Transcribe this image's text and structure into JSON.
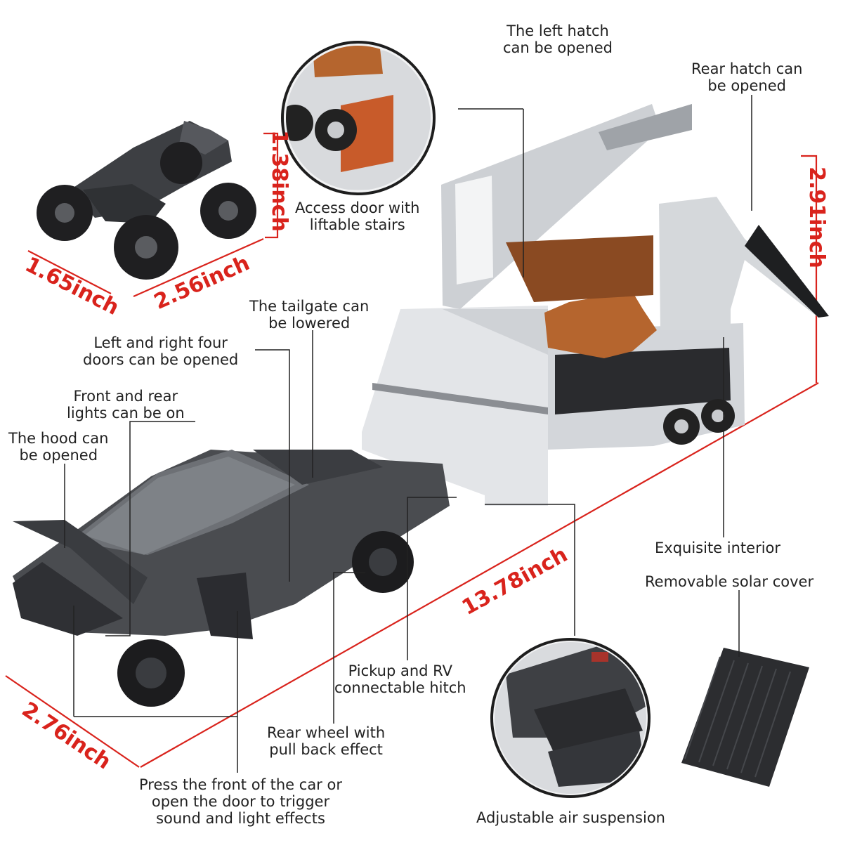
{
  "callouts": {
    "left_hatch": [
      "The left hatch",
      "can be opened"
    ],
    "rear_hatch": [
      "Rear hatch can",
      "be opened"
    ],
    "access_door": [
      "Access door with",
      "liftable stairs"
    ],
    "tailgate": [
      "The tailgate can",
      "be lowered"
    ],
    "four_doors": [
      "Left and right four",
      "doors can be opened"
    ],
    "lights": [
      "Front and rear",
      "lights can be on"
    ],
    "hood": [
      "The hood can",
      "be opened"
    ],
    "interior": [
      "Exquisite interior"
    ],
    "solar_cover": [
      "Removable solar cover"
    ],
    "hitch": [
      "Pickup and RV",
      "connectable hitch"
    ],
    "rear_wheel": [
      "Rear wheel with",
      "pull back effect"
    ],
    "press_front": [
      "Press the front of the car or",
      "open the door to trigger",
      "sound and light effects"
    ],
    "air_suspension": [
      "Adjustable air suspension"
    ]
  },
  "dimensions": {
    "atv_height": "1.38inch",
    "atv_width": "1.65inch",
    "atv_length": "2.56inch",
    "rv_height": "2.91inch",
    "total_length": "13.78inch",
    "truck_width": "2.76inch"
  },
  "colors": {
    "dimension_text": "#d9231c",
    "dimension_line": "#d9231c",
    "leader_line": "#222222",
    "truck_body": "#4a4c50",
    "trailer_body": "#d7d9dc",
    "interior": "#b5652e"
  }
}
